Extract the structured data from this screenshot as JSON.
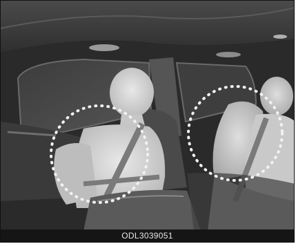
{
  "figure": {
    "caption_code": "ODL3039051",
    "colors": {
      "frame": "#111111",
      "interior_dark": "#2a2a2a",
      "occupant_fill": "#d2d2d2",
      "occupant_shade": "#8a8a8a",
      "airbag_zone_outline": "#f2f2f2",
      "caption_bar": "#151515",
      "caption_text": "#e8e8e8"
    },
    "elements": [
      "car-interior",
      "front-occupant-silhouette",
      "rear-occupant-silhouette",
      "front-seat-airbag-zone",
      "rear-seat-airbag-zone",
      "center-console"
    ]
  }
}
